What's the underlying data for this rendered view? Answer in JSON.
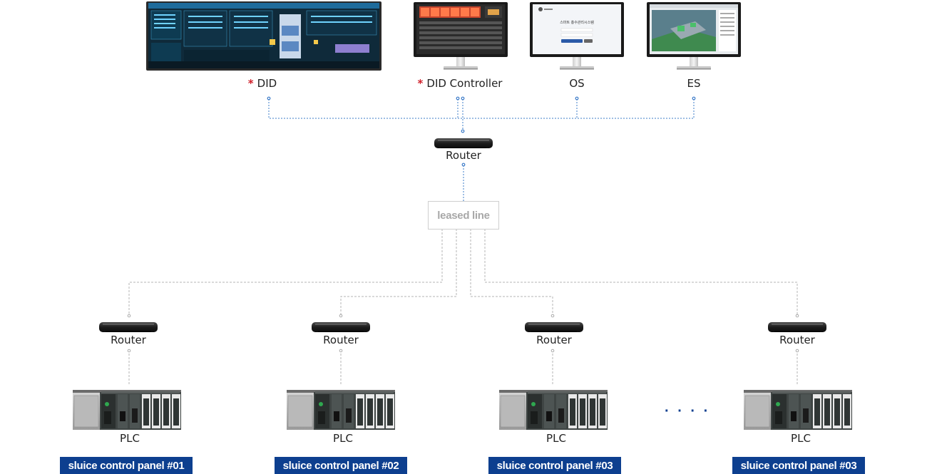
{
  "devices": {
    "did_label": "DID",
    "did_controller_label": "DID Controller",
    "os_label": "OS",
    "es_label": "ES",
    "required_marker": "*"
  },
  "router_label": "Router",
  "leased_line_label": "leased line",
  "plc_label": "PLC",
  "panels": [
    "sluice control panel #01",
    "sluice control panel #02",
    "sluice control panel #03",
    "sluice control panel #03"
  ],
  "ellipsis": "· · · ·",
  "colors": {
    "panel_bg": "#0d3f8f",
    "marker": "#d0202a",
    "top_network_line": "#3d7cc9",
    "bottom_network_line": "#b5b5b5"
  },
  "os_screen_title": "스마트 홍수관리시스템"
}
